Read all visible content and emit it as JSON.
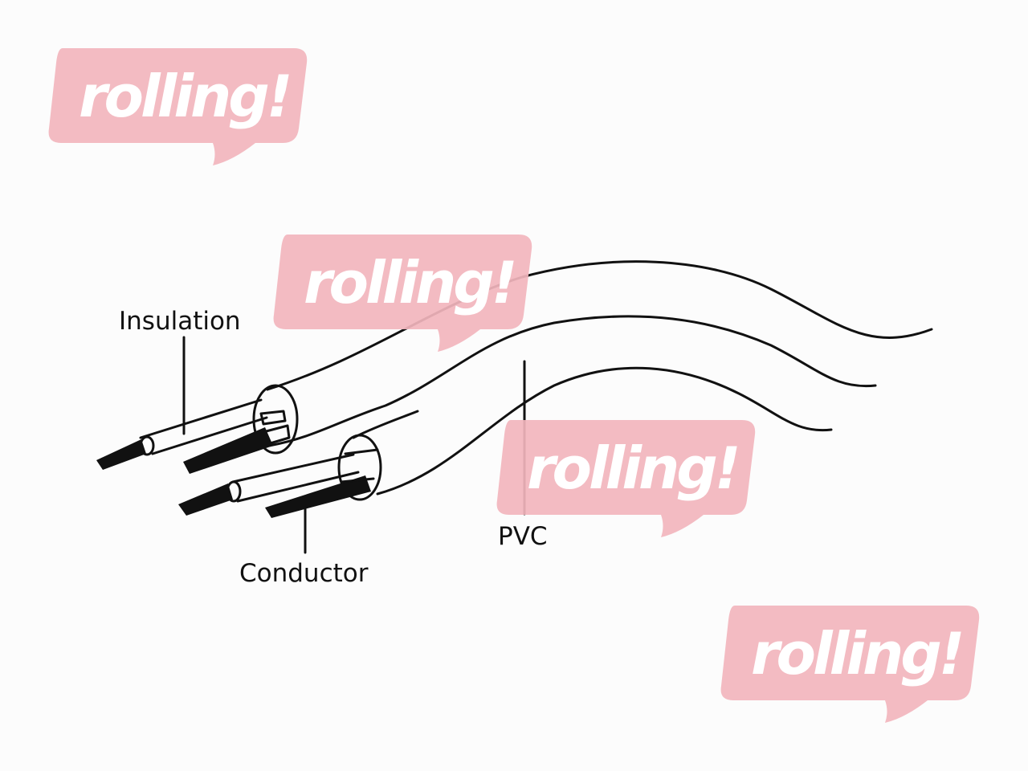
{
  "labels": {
    "insulation": "Insulation",
    "conductor": "Conductor",
    "pvc": "PVC"
  },
  "watermark": {
    "text": "rolling!",
    "color": "#f2b5bd"
  },
  "colors": {
    "line": "#111111",
    "background": "#fcfcfc"
  }
}
